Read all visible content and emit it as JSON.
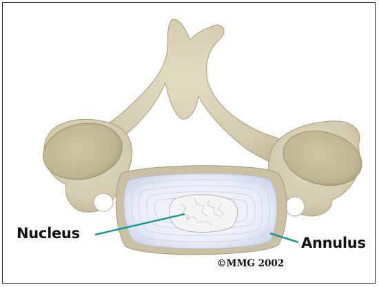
{
  "labels": {
    "nucleus": "Nucleus",
    "annulus": "Annulus"
  },
  "copyright": "©MMG 2002",
  "colors": {
    "leader_line": "#139a9a",
    "bone": "#d6cfb2",
    "disc": "#eef2fb",
    "border": "#2a2a2a"
  }
}
